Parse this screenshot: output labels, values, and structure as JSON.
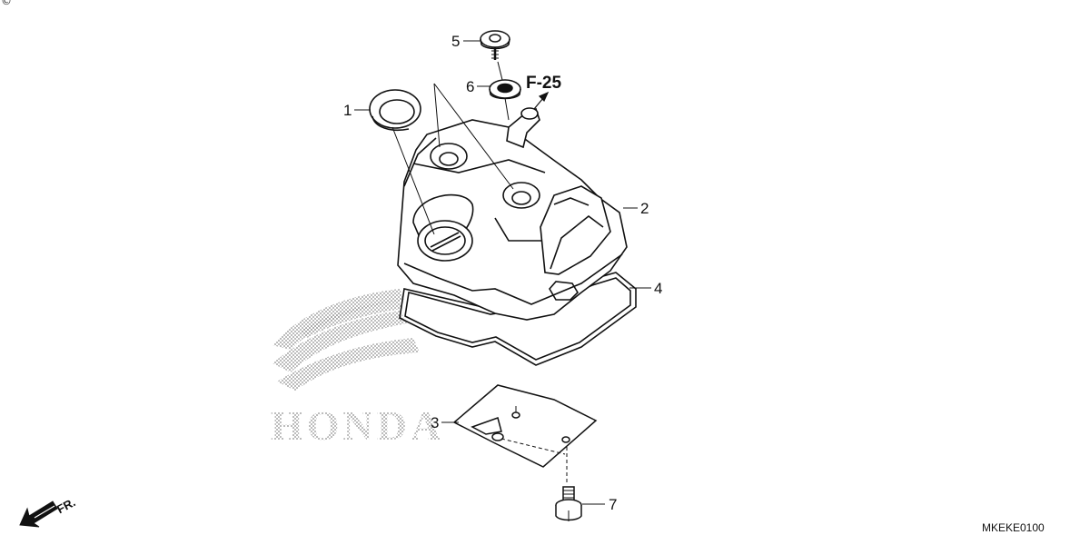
{
  "copyright_symbol": "©",
  "watermark_text": "HONDA",
  "reference": {
    "label": "F-25"
  },
  "front_arrow": {
    "label": "FR."
  },
  "diagram_code": "MKEKE0100",
  "callouts": [
    {
      "id": "1",
      "label": "1"
    },
    {
      "id": "2",
      "label": "2"
    },
    {
      "id": "3",
      "label": "3"
    },
    {
      "id": "4",
      "label": "4"
    },
    {
      "id": "5",
      "label": "5"
    },
    {
      "id": "6",
      "label": "6"
    },
    {
      "id": "7",
      "label": "7"
    }
  ],
  "colors": {
    "line": "#111111",
    "watermark": "#9a9a9a",
    "fill": "#ffffff"
  }
}
